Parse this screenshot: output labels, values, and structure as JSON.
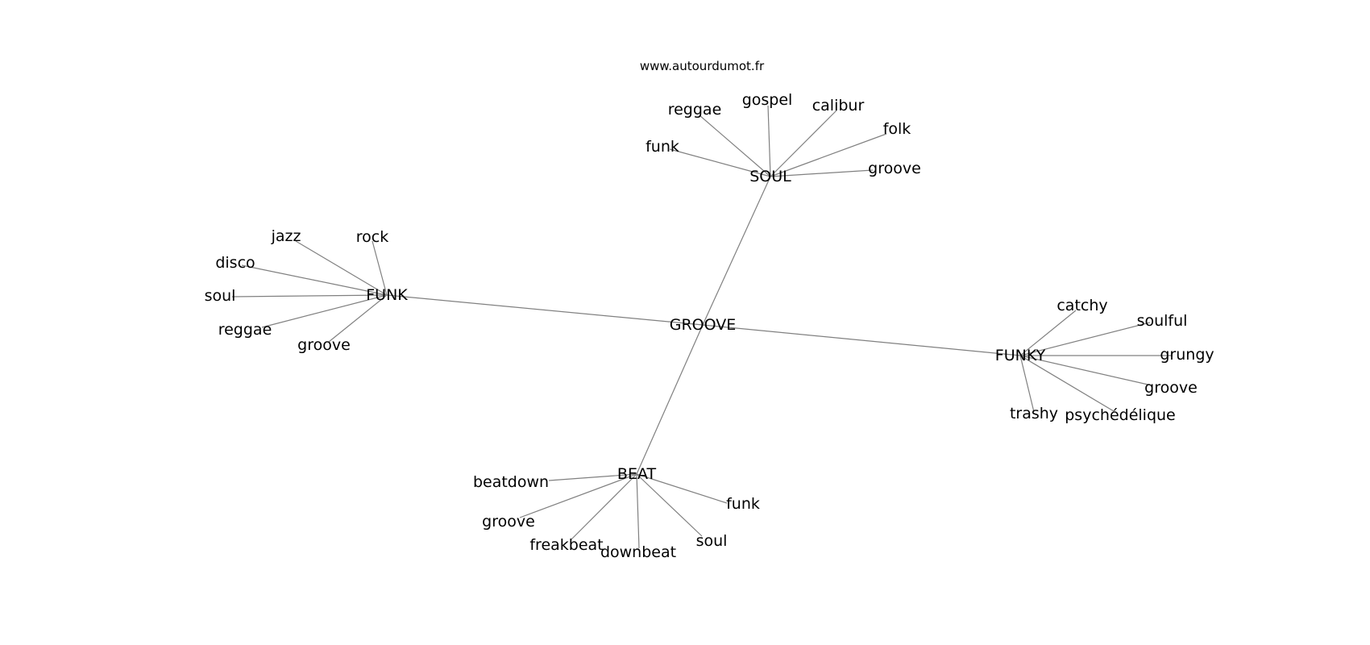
{
  "watermark": "www.autourdumot.fr",
  "graph": {
    "center": "GROOVE",
    "hubs": [
      {
        "label": "SOUL",
        "leaves": [
          "reggae",
          "gospel",
          "calibur",
          "folk",
          "funk",
          "groove"
        ]
      },
      {
        "label": "FUNK",
        "leaves": [
          "jazz",
          "rock",
          "disco",
          "soul",
          "reggae",
          "groove"
        ]
      },
      {
        "label": "FUNKY",
        "leaves": [
          "catchy",
          "soulful",
          "grungy",
          "groove",
          "trashy",
          "psychédélique"
        ]
      },
      {
        "label": "BEAT",
        "leaves": [
          "beatdown",
          "groove",
          "freakbeat",
          "downbeat",
          "soul",
          "funk"
        ]
      }
    ]
  }
}
